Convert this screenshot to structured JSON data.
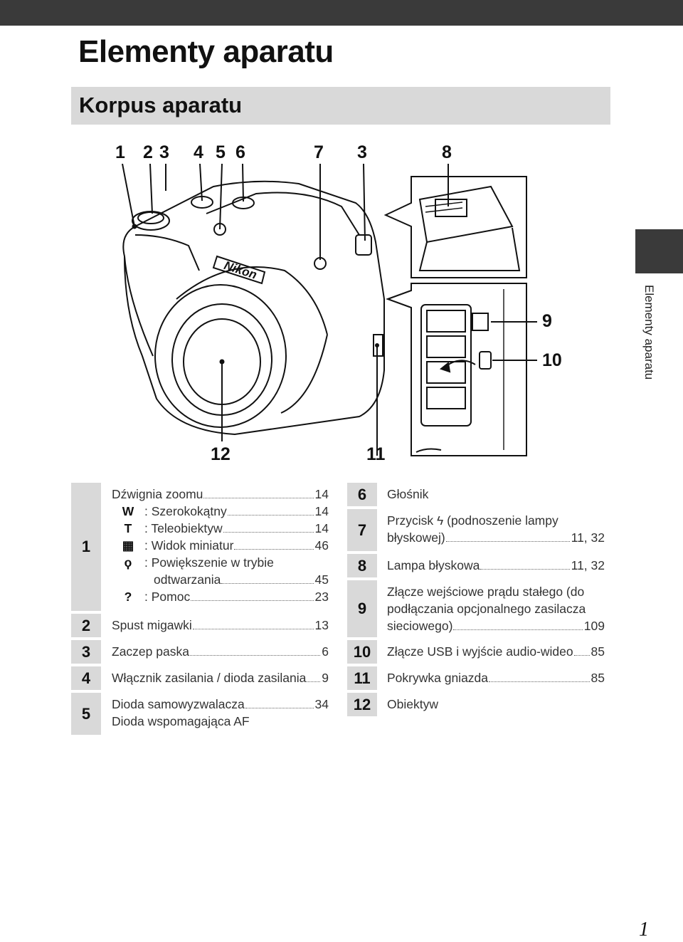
{
  "title": "Elementy aparatu",
  "section": "Korpus aparatu",
  "side_label": "Elementy aparatu",
  "page_number": "1",
  "callouts": {
    "top": [
      "1",
      "2",
      "3",
      "4",
      "5",
      "6",
      "7",
      "3",
      "8"
    ],
    "c9": "9",
    "c10": "10",
    "c12": "12",
    "c11": "11"
  },
  "figure_text": {
    "brand": "Nikon"
  },
  "left_table": {
    "r1": {
      "num": "1",
      "lines": [
        {
          "icon": "",
          "text": "Dźwignia zoomu",
          "page": "14"
        },
        {
          "icon": "W",
          "text": ": Szerokokątny",
          "page": "14"
        },
        {
          "icon": "T",
          "text": ": Teleobiektyw",
          "page": "14"
        },
        {
          "icon": "▦",
          "text": ": Widok miniatur",
          "page": "46"
        },
        {
          "icon": "ϙ",
          "text": ": Powiększenie w trybie",
          "page": ""
        },
        {
          "icon": "",
          "text": "odtwarzania",
          "page": "45"
        },
        {
          "icon": "?",
          "text": ": Pomoc",
          "page": "23"
        }
      ]
    },
    "r2": {
      "num": "2",
      "text": "Spust migawki",
      "page": "13"
    },
    "r3": {
      "num": "3",
      "text": "Zaczep paska",
      "page": "6"
    },
    "r4": {
      "num": "4",
      "text": "Włącznik zasilania / dioda zasilania",
      "page": "9"
    },
    "r5": {
      "num": "5",
      "text": "Dioda samowyzwalacza",
      "page": "34",
      "text2": "Dioda wspomagająca AF"
    }
  },
  "right_table": {
    "r6": {
      "num": "6",
      "text": "Głośnik"
    },
    "r7": {
      "num": "7",
      "text": "Przycisk ϟ (podnoszenie lampy",
      "text2": "błyskowej)",
      "page": "11, 32"
    },
    "r8": {
      "num": "8",
      "text": "Lampa błyskowa",
      "page": "11, 32"
    },
    "r9": {
      "num": "9",
      "text": "Złącze wejściowe prądu stałego (do",
      "text2": "podłączania opcjonalnego zasilacza",
      "text3": "sieciowego)",
      "page": "109"
    },
    "r10": {
      "num": "10",
      "text": "Złącze USB i wyjście audio-wideo",
      "page": "85"
    },
    "r11": {
      "num": "11",
      "text": "Pokrywka gniazda",
      "page": "85"
    },
    "r12": {
      "num": "12",
      "text": "Obiektyw"
    }
  }
}
